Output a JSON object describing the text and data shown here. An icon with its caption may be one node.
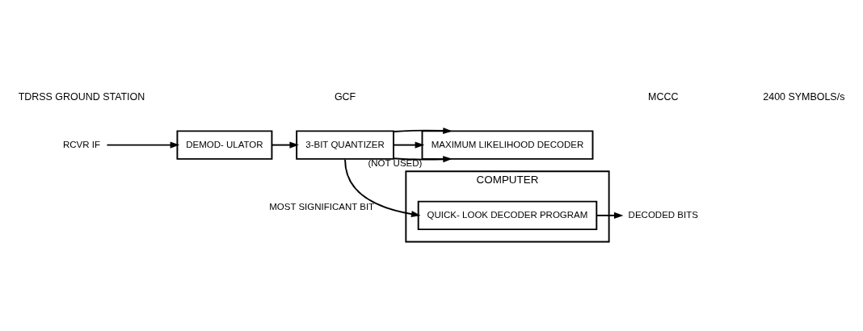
{
  "diagram": {
    "nodes": [
      {
        "text": [
          "RCVR IF"
        ]
      },
      {
        "text": [
          "DEMOD- ULATOR"
        ]
      },
      {
        "text": [
          "3-BIT QUANTIZER"
        ]
      },
      {
        "text": [
          "MAXIMUM LIKELIHOOD DECODER"
        ],
        "beside": [
          "(NOT USED)"
        ]
      },
      {
        "text": [
          "COMPUTER"
        ]
      },
      {
        "text": [
          "QUICK- LOOK DECODER PROGRAM"
        ],
        "in": 4
      },
      {
        "text": [
          "DECODED BITS"
        ]
      }
    ],
    "edges": [
      {
        "from": 0,
        "to": 1,
        "arrow": "to"
      },
      {
        "from": 1,
        "to": 2,
        "arrow": "to"
      },
      {
        "from": 2,
        "to": 3,
        "arrow": "to"
      },
      {
        "from": 2,
        "to": 3,
        "arrow": "to"
      },
      {
        "from": 2,
        "to": 3,
        "arrow": "to"
      },
      {
        "from": 2,
        "to": 5,
        "arrow": "to",
        "label": "MOST SIGNIFICANT BIT"
      },
      {
        "from": 5,
        "to": 6,
        "arrow": "to"
      }
    ],
    "labels": [
      "TDRSS GROUND STATION",
      "GCF",
      "MCCC",
      "2400 SYMBOLS/s"
    ]
  }
}
